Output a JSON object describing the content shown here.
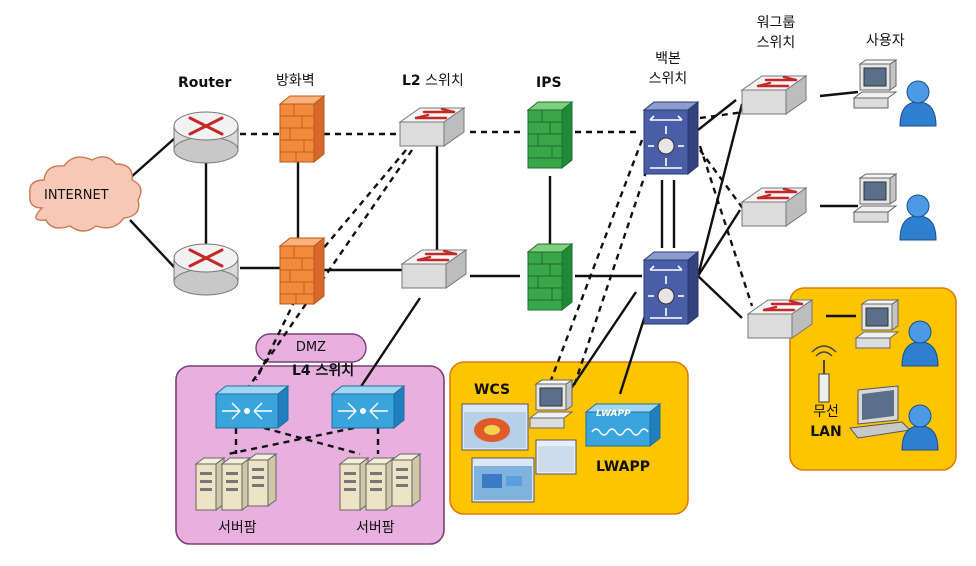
{
  "labels": {
    "internet": "INTERNET",
    "router": "Router",
    "firewall": "방화벽",
    "l2_prefix": "L2",
    "l2_suffix": "스위치",
    "ips": "IPS",
    "backbone_line1": "백본",
    "backbone_line2": "스위치",
    "workgroup_line1": "워그룹",
    "workgroup_line2": "스위치",
    "user": "사용자",
    "dmz": "DMZ",
    "l4_switch": "L4 스위치",
    "server_farm_left": "서버팜",
    "server_farm_right": "서버팜",
    "wcs": "WCS",
    "lwapp_badge": "LWAPP",
    "lwapp": "LWAPP",
    "wireless_line1": "무선",
    "wireless_line2": "LAN"
  },
  "colors": {
    "dmz_zone": "#e7b0de",
    "wireless_zone": "#fcc500",
    "zone_border": "#e07b12",
    "dmz_border": "#7a3f7a",
    "cloud": "#f7c8b5",
    "firewall": "#f28a3c",
    "ips": "#3aa64a",
    "backbone": "#4a5ea8",
    "l4": "#3aa5dc",
    "user_icon": "#2f7fd0"
  },
  "icons": [
    "cloud-icon",
    "router-icon",
    "firewall-icon",
    "switch-icon",
    "ips-icon",
    "backbone-switch-icon",
    "l4-switch-icon",
    "server-icon",
    "desktop-computer-icon",
    "user-icon",
    "laptop-icon",
    "access-point-icon",
    "lwapp-controller-icon",
    "monitor-screenshot-icon"
  ]
}
